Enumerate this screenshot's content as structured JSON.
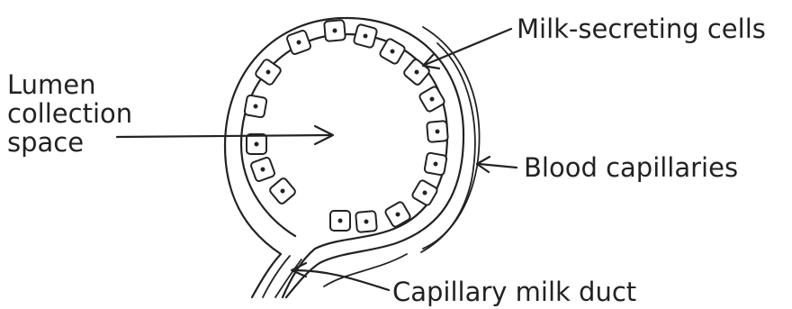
{
  "labels": {
    "lumen_line1": "Lumen",
    "lumen_line2": "collection",
    "lumen_line3": "space",
    "milk_secreting_cells": "Milk-secreting cells",
    "blood_capillaries": "Blood capillaries",
    "capillary_milk_duct": "Capillary milk duct"
  }
}
